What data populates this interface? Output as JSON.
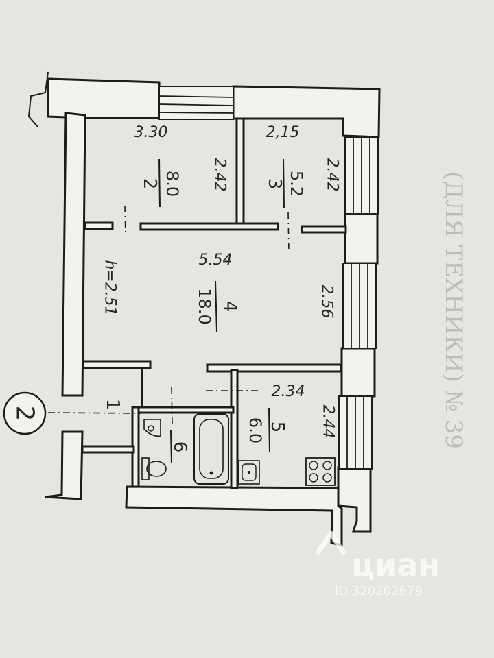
{
  "rooms": [
    {
      "number": "2",
      "area": "8.0",
      "width_label": "3.30",
      "depth_label": "2.42"
    },
    {
      "number": "3",
      "area": "5.2",
      "width_label": "2,15",
      "depth_label": "2.42"
    },
    {
      "number": "4",
      "area": "18.0",
      "width_label": "5.54",
      "depth_label": "2.56"
    },
    {
      "number": "1"
    },
    {
      "number": "5",
      "area": "6.0",
      "width_label": "2.34",
      "depth_label": "2.44"
    },
    {
      "number": "6"
    }
  ],
  "ceiling_label": "h=2.51",
  "axis_marker": "2",
  "watermark": {
    "brand": "циан",
    "id": "ID 320202679"
  },
  "background_text": "(ДЛЯ ТЕХНИКИ) № 39",
  "colors": {
    "paper": "#e6e5e1",
    "wall": "#f3f2ee",
    "ink": "#1c1c1c"
  }
}
